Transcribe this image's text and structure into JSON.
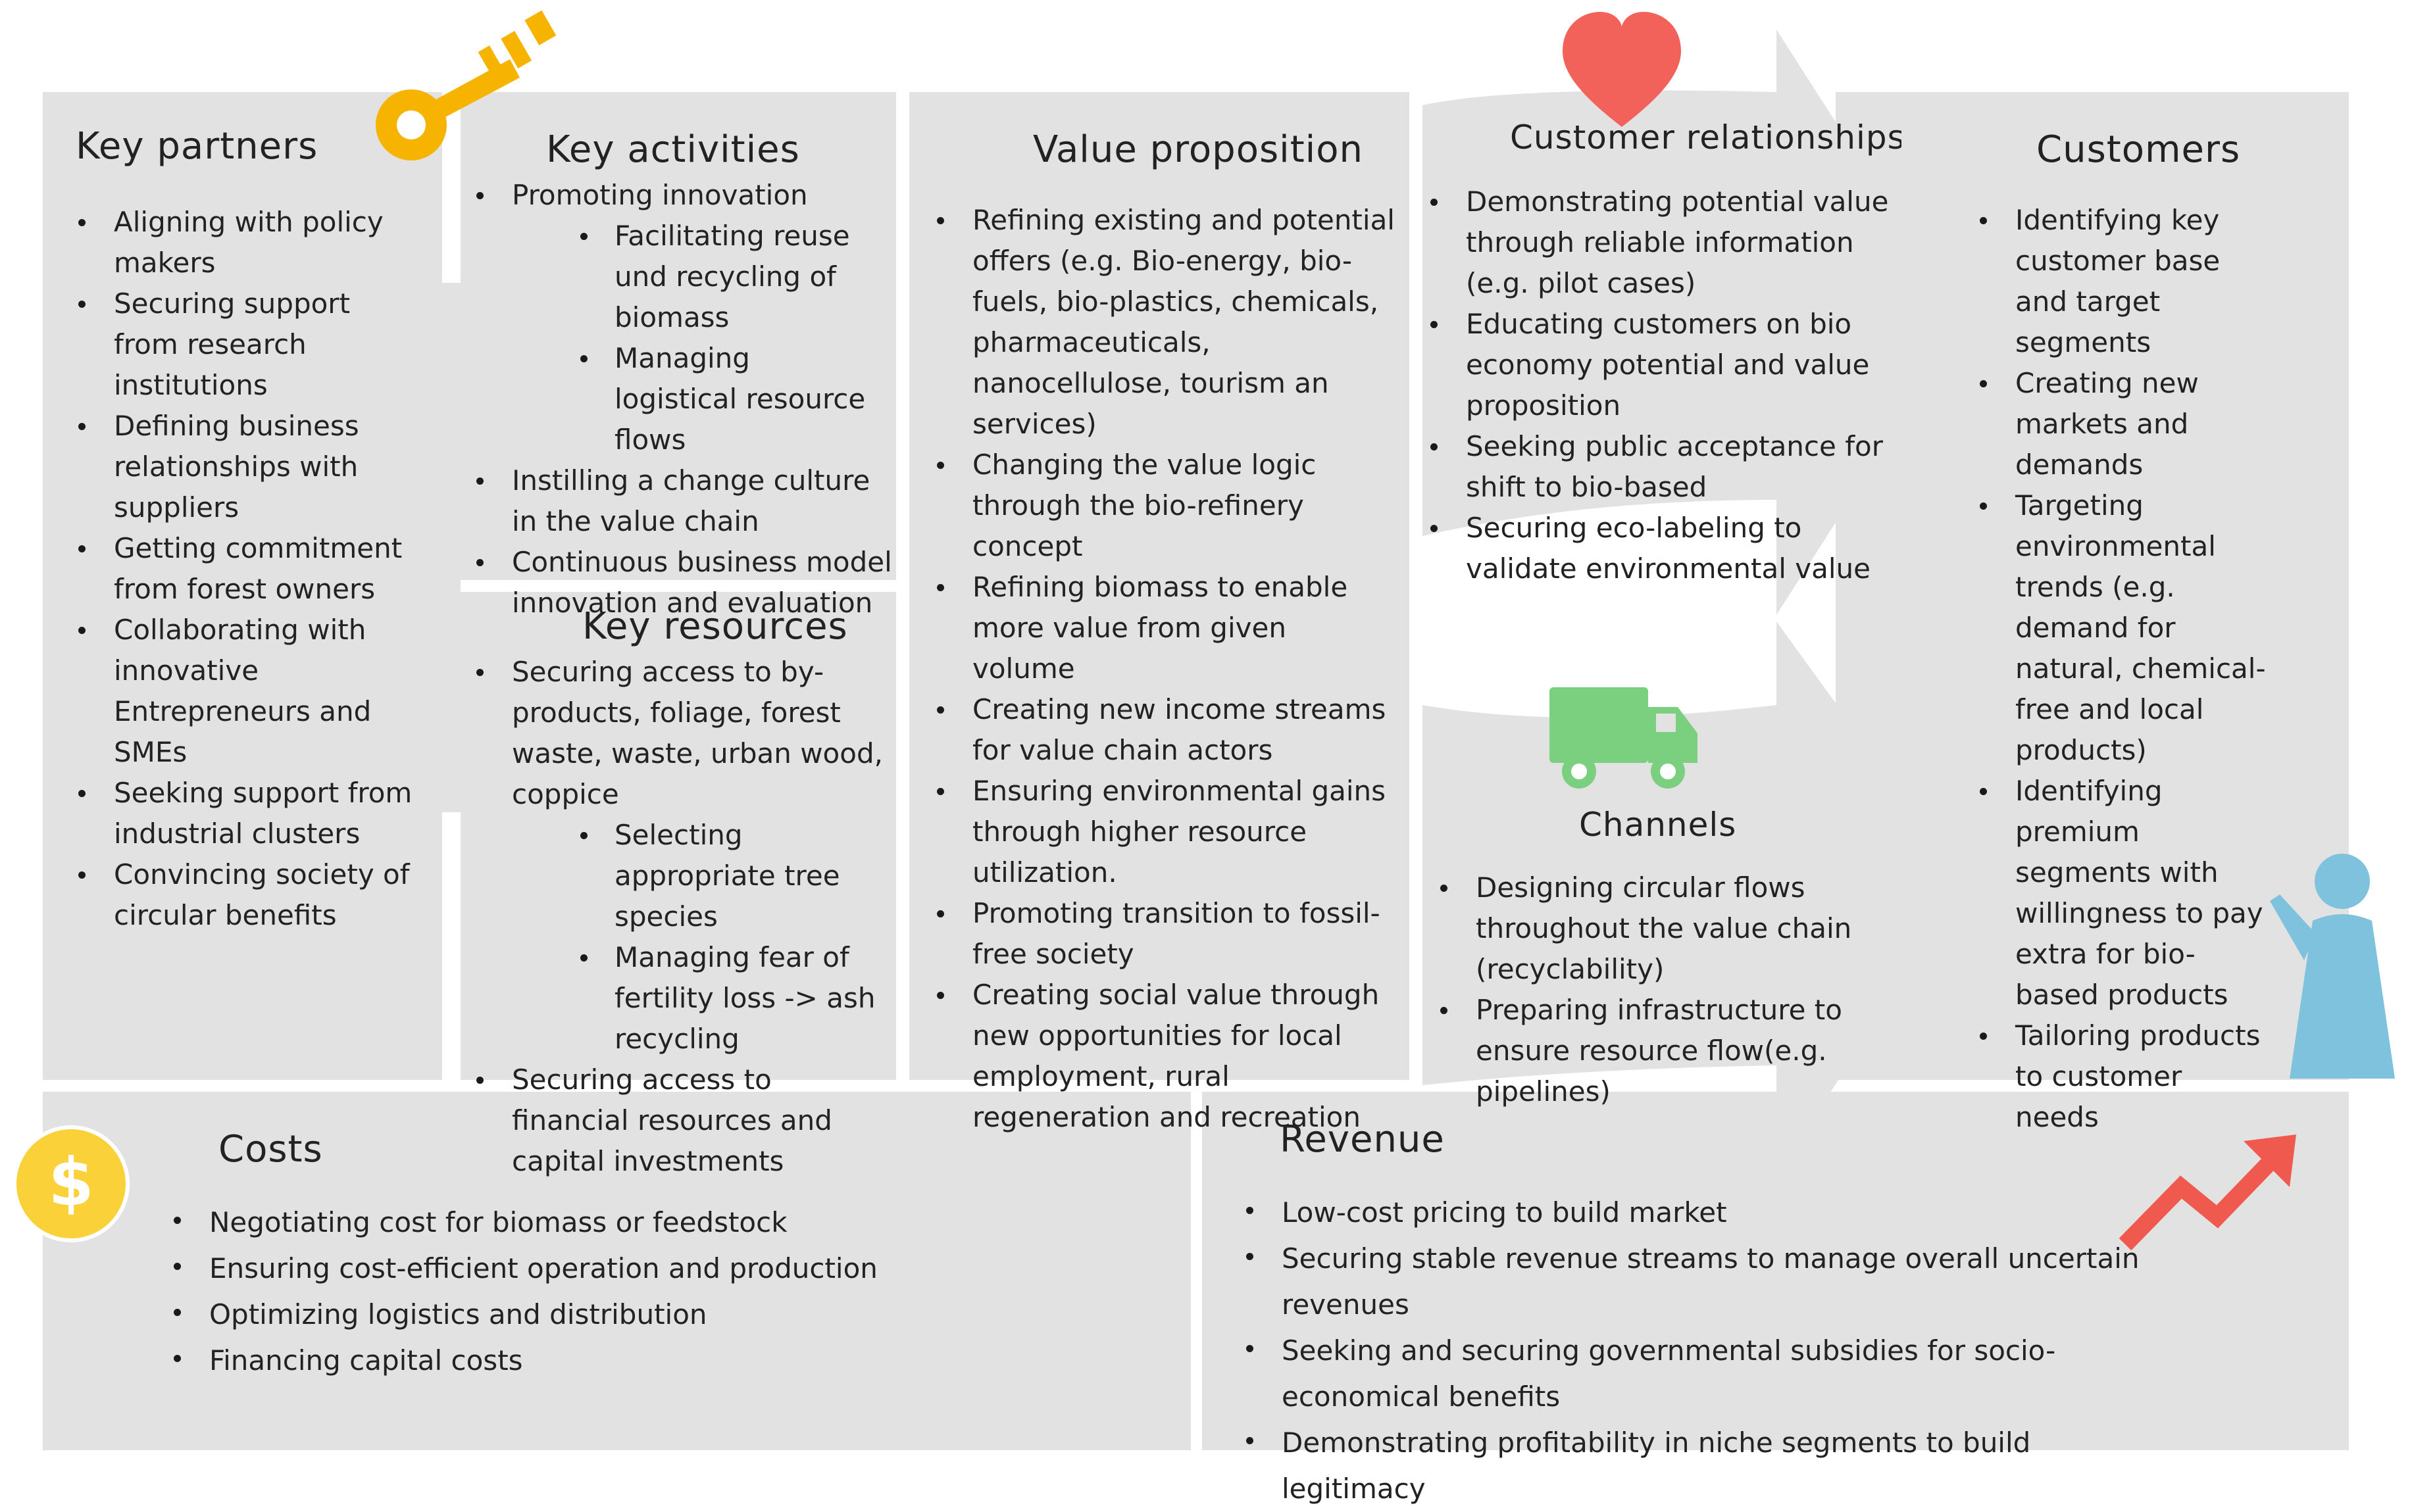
{
  "colors": {
    "panel": "#e2e2e2",
    "key_icon": "#f6b400",
    "heart_icon": "#f2625b",
    "truck_icon": "#7bd07f",
    "coin_icon": "#fbd13a",
    "person_icon": "#7ec2de",
    "arrow_icon": "#f05a4e"
  },
  "icons": {
    "key_partners": "key-icon",
    "customer_relationships": "heart-icon",
    "channels": "truck-icon",
    "costs": "dollar-coin-icon",
    "customers": "person-waving-icon",
    "revenue": "trend-up-arrow-icon"
  },
  "key_partners": {
    "title": "Key partners",
    "items": [
      "Aligning  with policy makers",
      "Securing support from research institutions",
      "Defining business relationships with suppliers",
      "Getting commitment from forest owners",
      "Collaborating with innovative Entrepreneurs and SMEs",
      "Seeking support from industrial clusters",
      "Convincing society of circular benefits"
    ]
  },
  "key_activities": {
    "title": "Key activities",
    "items": [
      "Promoting innovation",
      "Facilitating reuse und recycling of biomass",
      "Managing logistical resource flows",
      "Instilling a change culture in the value chain",
      "Continuous business model innovation and evaluation"
    ]
  },
  "key_resources": {
    "title": "Key resources",
    "items": [
      "Securing access to by-products, foliage, forest waste, waste, urban wood, coppice",
      "Selecting appropriate tree species",
      "Managing fear of fertility loss -> ash recycling",
      "Securing access to financial resources and capital investments"
    ]
  },
  "value_proposition": {
    "title": "Value proposition",
    "items": [
      "Refining existing and potential offers (e.g. Bio-energy, bio-fuels, bio-plastics, chemicals, pharmaceuticals, nanocellulose, tourism an services)",
      "Changing the value logic through the bio-refinery concept",
      "Refining biomass to enable more value from given volume",
      "Creating new income streams for value chain actors",
      "Ensuring environmental gains through higher resource utilization.",
      "Promoting transition to fossil-free society",
      "Creating social value through new opportunities for local employment, rural regeneration and recreation"
    ]
  },
  "customer_relationships": {
    "title": "Customer relationships",
    "items": [
      "Demonstrating potential value through reliable information (e.g. pilot cases)",
      "Educating customers on bio economy potential and value proposition",
      "Seeking public acceptance for shift to bio-based",
      "Securing eco-labeling to validate environmental value"
    ]
  },
  "channels": {
    "title": "Channels",
    "items": [
      "Designing circular flows throughout the value chain (recyclability)",
      "Preparing infrastructure  to ensure resource flow(e.g. pipelines)"
    ]
  },
  "customers": {
    "title": "Customers",
    "items": [
      "Identifying key customer base and target segments",
      "Creating new markets and demands",
      "Targeting environmental trends (e.g. demand for natural, chemical-free and local products)",
      "Identifying premium segments with willingness to pay extra for bio-based products",
      "Tailoring products to customer needs"
    ]
  },
  "costs": {
    "title": "Costs",
    "items": [
      "Negotiating cost for biomass or feedstock",
      "Ensuring cost-efficient operation and production",
      "Optimizing logistics and distribution",
      "Financing capital costs"
    ]
  },
  "revenue": {
    "title": "Revenue",
    "items": [
      "Low-cost pricing to build market",
      "Securing stable revenue streams to manage overall uncertain revenues",
      "Seeking and securing governmental subsidies for socio-economical benefits",
      "Demonstrating profitability in niche segments to build legitimacy"
    ]
  }
}
